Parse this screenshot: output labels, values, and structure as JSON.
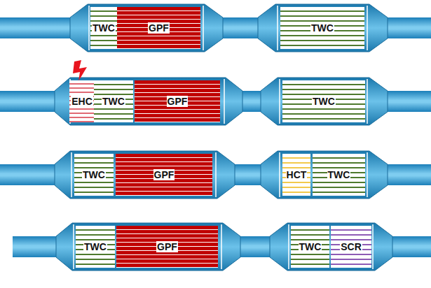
{
  "diagram": {
    "nodes": [
      {
        "text": [
          "TWC"
        ]
      },
      {
        "text": [
          "GPF"
        ]
      },
      {
        "text": [
          "TWC"
        ]
      },
      {
        "text": [
          "EHC"
        ]
      },
      {
        "text": [
          "TWC"
        ]
      },
      {
        "text": [
          "GPF"
        ]
      },
      {
        "text": [
          "TWC"
        ]
      },
      {
        "text": [
          "TWC"
        ]
      },
      {
        "text": [
          "GPF"
        ]
      },
      {
        "text": [
          "HCT"
        ]
      },
      {
        "text": [
          "TWC"
        ]
      },
      {
        "text": [
          "TWC"
        ]
      },
      {
        "text": [
          "GPF"
        ]
      },
      {
        "text": [
          "TWC"
        ]
      },
      {
        "text": [
          "SCR"
        ]
      }
    ]
  }
}
